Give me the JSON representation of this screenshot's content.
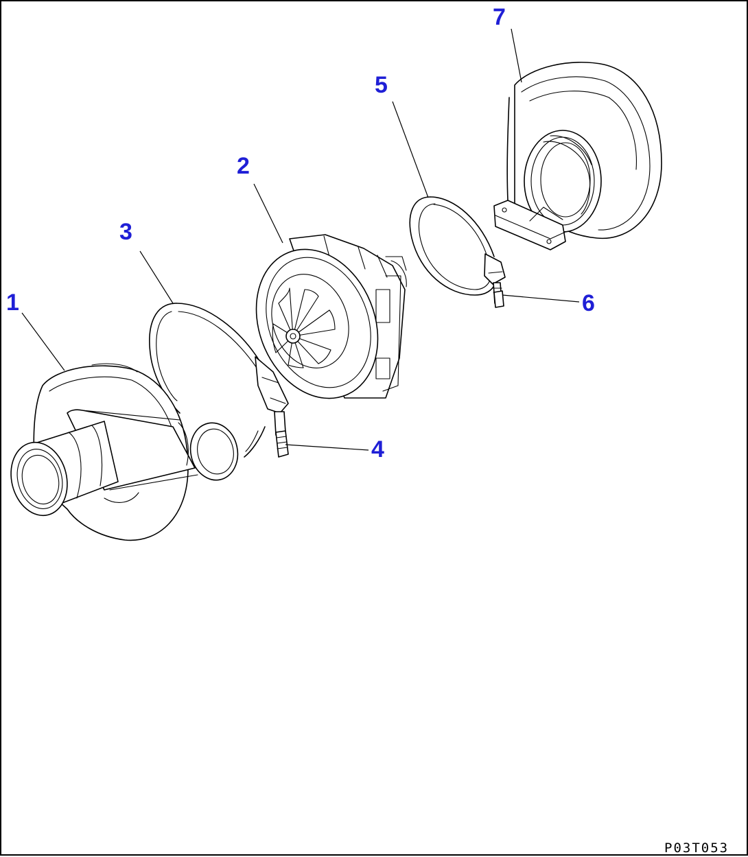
{
  "figure_code": "P03T053",
  "callout_color": "#1f1fd6",
  "line_color": "#000000",
  "callouts": [
    {
      "label": "1",
      "part": "compressor-housing"
    },
    {
      "label": "2",
      "part": "cartridge-assembly"
    },
    {
      "label": "3",
      "part": "v-band-clamp"
    },
    {
      "label": "4",
      "part": "clamp-nut"
    },
    {
      "label": "5",
      "part": "v-band-clamp"
    },
    {
      "label": "6",
      "part": "clamp-nut"
    },
    {
      "label": "7",
      "part": "turbine-housing"
    }
  ]
}
